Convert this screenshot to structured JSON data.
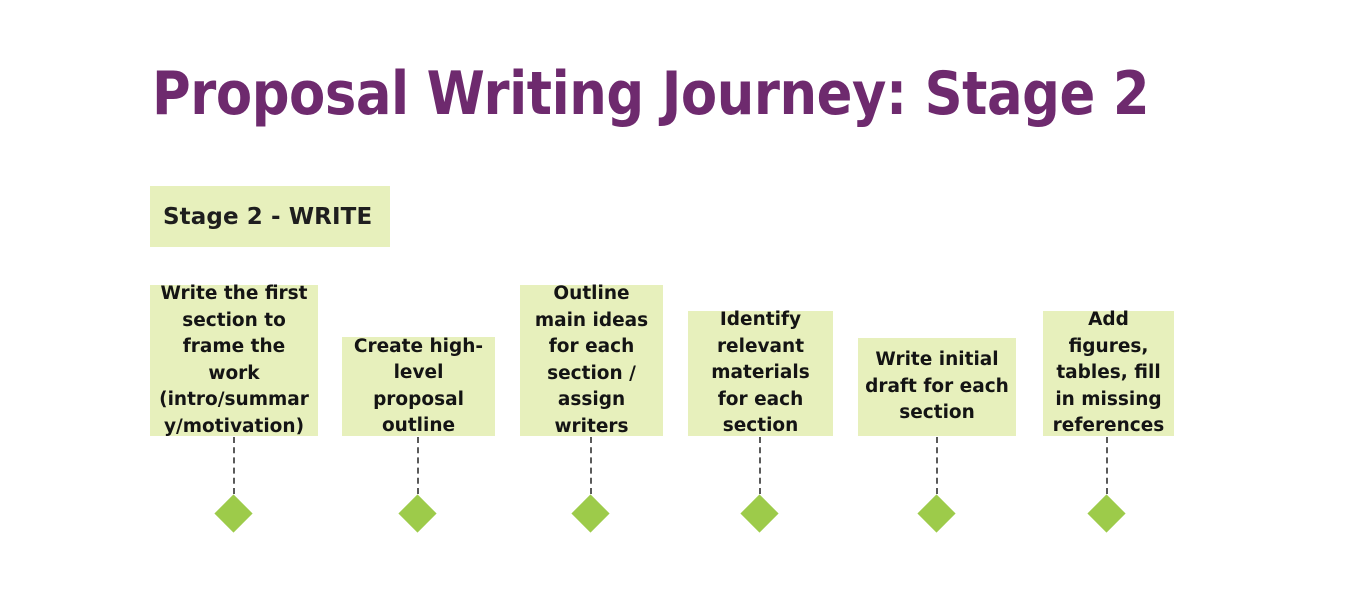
{
  "slide": {
    "background_color": "#FFFFFF",
    "title": "Proposal Writing Journey: Stage 2",
    "title_color": "#6E2A6E",
    "box_fill_color": "#E7F0BC",
    "marker_color": "#9DCB4A",
    "connector_color": "#5A5A5A",
    "text_color": "#141414"
  },
  "stage_label": {
    "text": "Stage 2 - WRITE"
  },
  "steps": [
    {
      "index": 1,
      "text": "Write the first section to frame the work (intro/summary/motivation)",
      "marker": "diamond-marker"
    },
    {
      "index": 2,
      "text": "Create high-level proposal outline",
      "marker": "diamond-marker"
    },
    {
      "index": 3,
      "text": "Outline main ideas for each section / assign writers",
      "marker": "diamond-marker"
    },
    {
      "index": 4,
      "text": "Identify relevant materials for each section",
      "marker": "diamond-marker"
    },
    {
      "index": 5,
      "text": "Write initial draft for each section",
      "marker": "diamond-marker"
    },
    {
      "index": 6,
      "text": "Add figures, tables, fill in missing references",
      "marker": "diamond-marker"
    }
  ]
}
